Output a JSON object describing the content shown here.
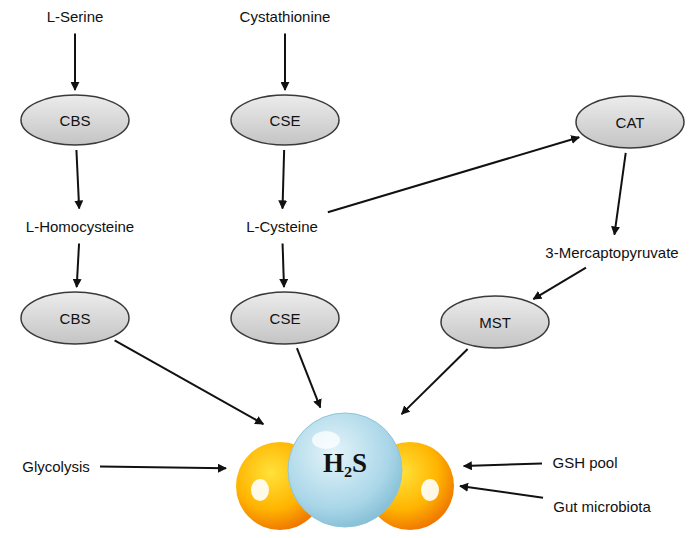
{
  "diagram": {
    "nodes": [
      {
        "text": [
          "L-Serine"
        ]
      },
      {
        "text": [
          "Cystathionine"
        ]
      },
      {
        "text": [
          "CBS"
        ]
      },
      {
        "text": [
          "CSE"
        ]
      },
      {
        "text": [
          "CAT"
        ]
      },
      {
        "text": [
          "L-Homocysteine"
        ]
      },
      {
        "text": [
          "L-Cysteine"
        ]
      },
      {
        "text": [
          "3-Mercaptopyruvate"
        ]
      },
      {
        "text": [
          "CBS"
        ]
      },
      {
        "text": [
          "CSE"
        ]
      },
      {
        "text": [
          "MST"
        ]
      },
      {
        "text": [
          "H₂S"
        ]
      },
      {
        "text": [
          "Glycolysis"
        ]
      },
      {
        "text": [
          "GSH pool"
        ]
      },
      {
        "text": [
          "Gut microbiota"
        ]
      }
    ],
    "edges": [
      {
        "from": 0,
        "to": 2,
        "arrow": "to"
      },
      {
        "from": 2,
        "to": 5,
        "arrow": "to"
      },
      {
        "from": 5,
        "to": 8,
        "arrow": "to"
      },
      {
        "from": 8,
        "to": 11,
        "arrow": "to"
      },
      {
        "from": 1,
        "to": 3,
        "arrow": "to"
      },
      {
        "from": 3,
        "to": 6,
        "arrow": "to"
      },
      {
        "from": 6,
        "to": 9,
        "arrow": "to"
      },
      {
        "from": 9,
        "to": 11,
        "arrow": "to"
      },
      {
        "from": 6,
        "to": 4,
        "arrow": "to"
      },
      {
        "from": 4,
        "to": 7,
        "arrow": "to"
      },
      {
        "from": 7,
        "to": 10,
        "arrow": "to"
      },
      {
        "from": 10,
        "to": 11,
        "arrow": "to"
      },
      {
        "from": 12,
        "to": 11,
        "arrow": "to"
      },
      {
        "from": 13,
        "to": 11,
        "arrow": "to"
      },
      {
        "from": 14,
        "to": 11,
        "arrow": "to"
      }
    ]
  }
}
